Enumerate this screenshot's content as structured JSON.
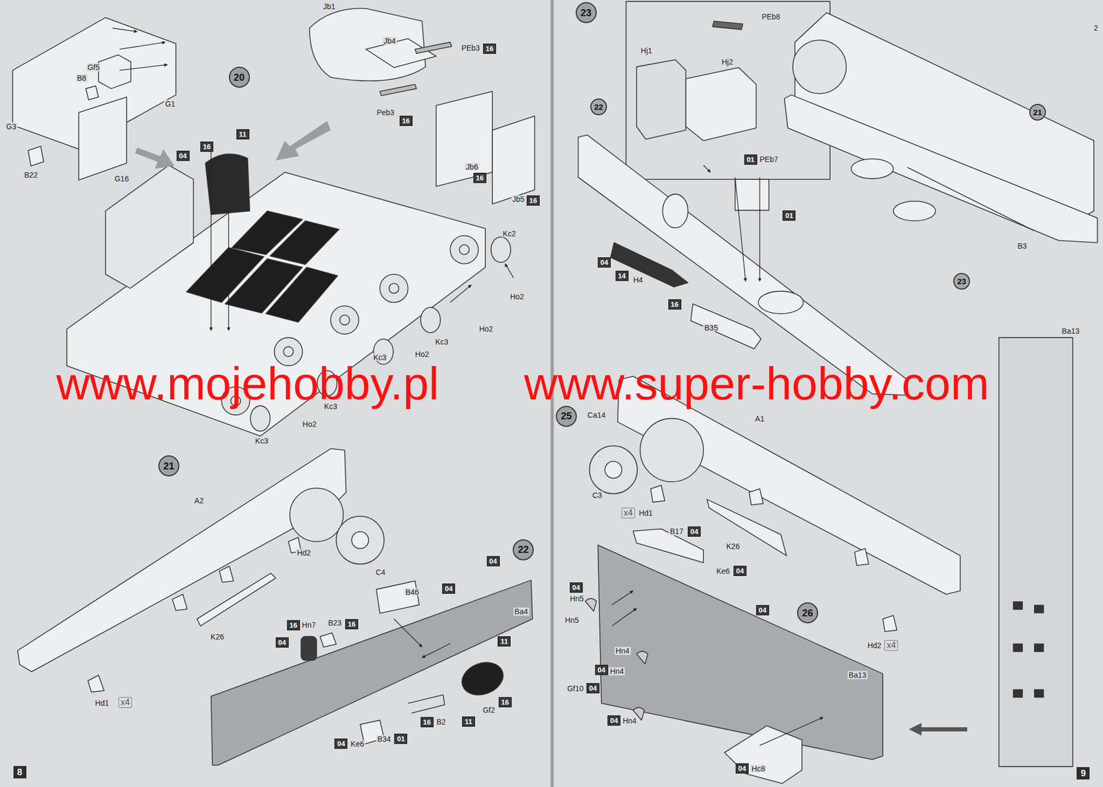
{
  "diagram": {
    "nodes": [
      {
        "text": [
          "20"
        ]
      },
      {
        "text": [
          "16"
        ]
      },
      {
        "text": [
          "16"
        ]
      },
      {
        "text": [
          "16"
        ]
      },
      {
        "text": [
          "16"
        ]
      },
      {
        "text": [
          "04"
        ]
      },
      {
        "text": [
          "16"
        ]
      },
      {
        "text": [
          "11"
        ]
      },
      {
        "text": [
          "21"
        ]
      },
      {
        "text": [
          "x4"
        ]
      },
      {
        "text": [
          "22"
        ]
      },
      {
        "text": [
          "04"
        ]
      },
      {
        "text": [
          "04"
        ]
      },
      {
        "text": [
          "16"
        ]
      },
      {
        "text": [
          "16"
        ]
      },
      {
        "text": [
          "04"
        ]
      },
      {
        "text": [
          "11"
        ]
      },
      {
        "text": [
          "16"
        ]
      },
      {
        "text": [
          "11"
        ]
      },
      {
        "text": [
          "16"
        ]
      },
      {
        "text": [
          "04"
        ]
      },
      {
        "text": [
          "01"
        ]
      },
      {
        "text": [
          "8"
        ]
      },
      {
        "text": [
          "23"
        ]
      },
      {
        "text": [
          "22"
        ]
      },
      {
        "text": [
          "01"
        ]
      },
      {
        "text": [
          "01"
        ]
      },
      {
        "text": [
          "04"
        ]
      },
      {
        "text": [
          "14"
        ]
      },
      {
        "text": [
          "16"
        ]
      },
      {
        "text": [
          "21"
        ]
      },
      {
        "text": [
          "23"
        ]
      },
      {
        "text": [
          "25"
        ]
      },
      {
        "text": [
          "x4"
        ]
      },
      {
        "text": [
          "04"
        ]
      },
      {
        "text": [
          "04"
        ]
      },
      {
        "text": [
          "04"
        ]
      },
      {
        "text": [
          "26"
        ]
      },
      {
        "text": [
          "x4"
        ]
      },
      {
        "text": [
          "04"
        ]
      },
      {
        "text": [
          "04"
        ]
      },
      {
        "text": [
          "04"
        ]
      },
      {
        "text": [
          "04"
        ]
      },
      {
        "text": [
          "04"
        ]
      },
      {
        "text": [
          "9"
        ]
      }
    ],
    "labels": [
      "G3",
      "Gf5",
      "B8",
      "G1",
      "B22",
      "G16",
      "Jb1",
      "Jb4",
      "PEb3",
      "Peb3",
      "Jb6",
      "Jb5",
      "Kc2",
      "Ho2",
      "Ho2",
      "Kc3",
      "Ho2",
      "Kc3",
      "Kc3",
      "Ho2",
      "Kc3",
      "A2",
      "Hd2",
      "C4",
      "K26",
      "Hd1",
      "Ba4",
      "B46",
      "Hn7",
      "B23",
      "Gf2",
      "B2",
      "Ke6",
      "B34",
      "PEb8",
      "Hj1",
      "Hj2",
      "PEb7",
      "H4",
      "B35",
      "B3",
      "2",
      "Ca14",
      "A1",
      "C3",
      "Hd1",
      "B17",
      "K26",
      "Ke6",
      "Hn5",
      "Hn5",
      "Hd2",
      "Hn4",
      "Hn4",
      "Gf10",
      "Ba13",
      "Hn4",
      "Hc8",
      "Ba13",
      "www.mojehobby.pl",
      "www.super-hobby.com"
    ]
  }
}
